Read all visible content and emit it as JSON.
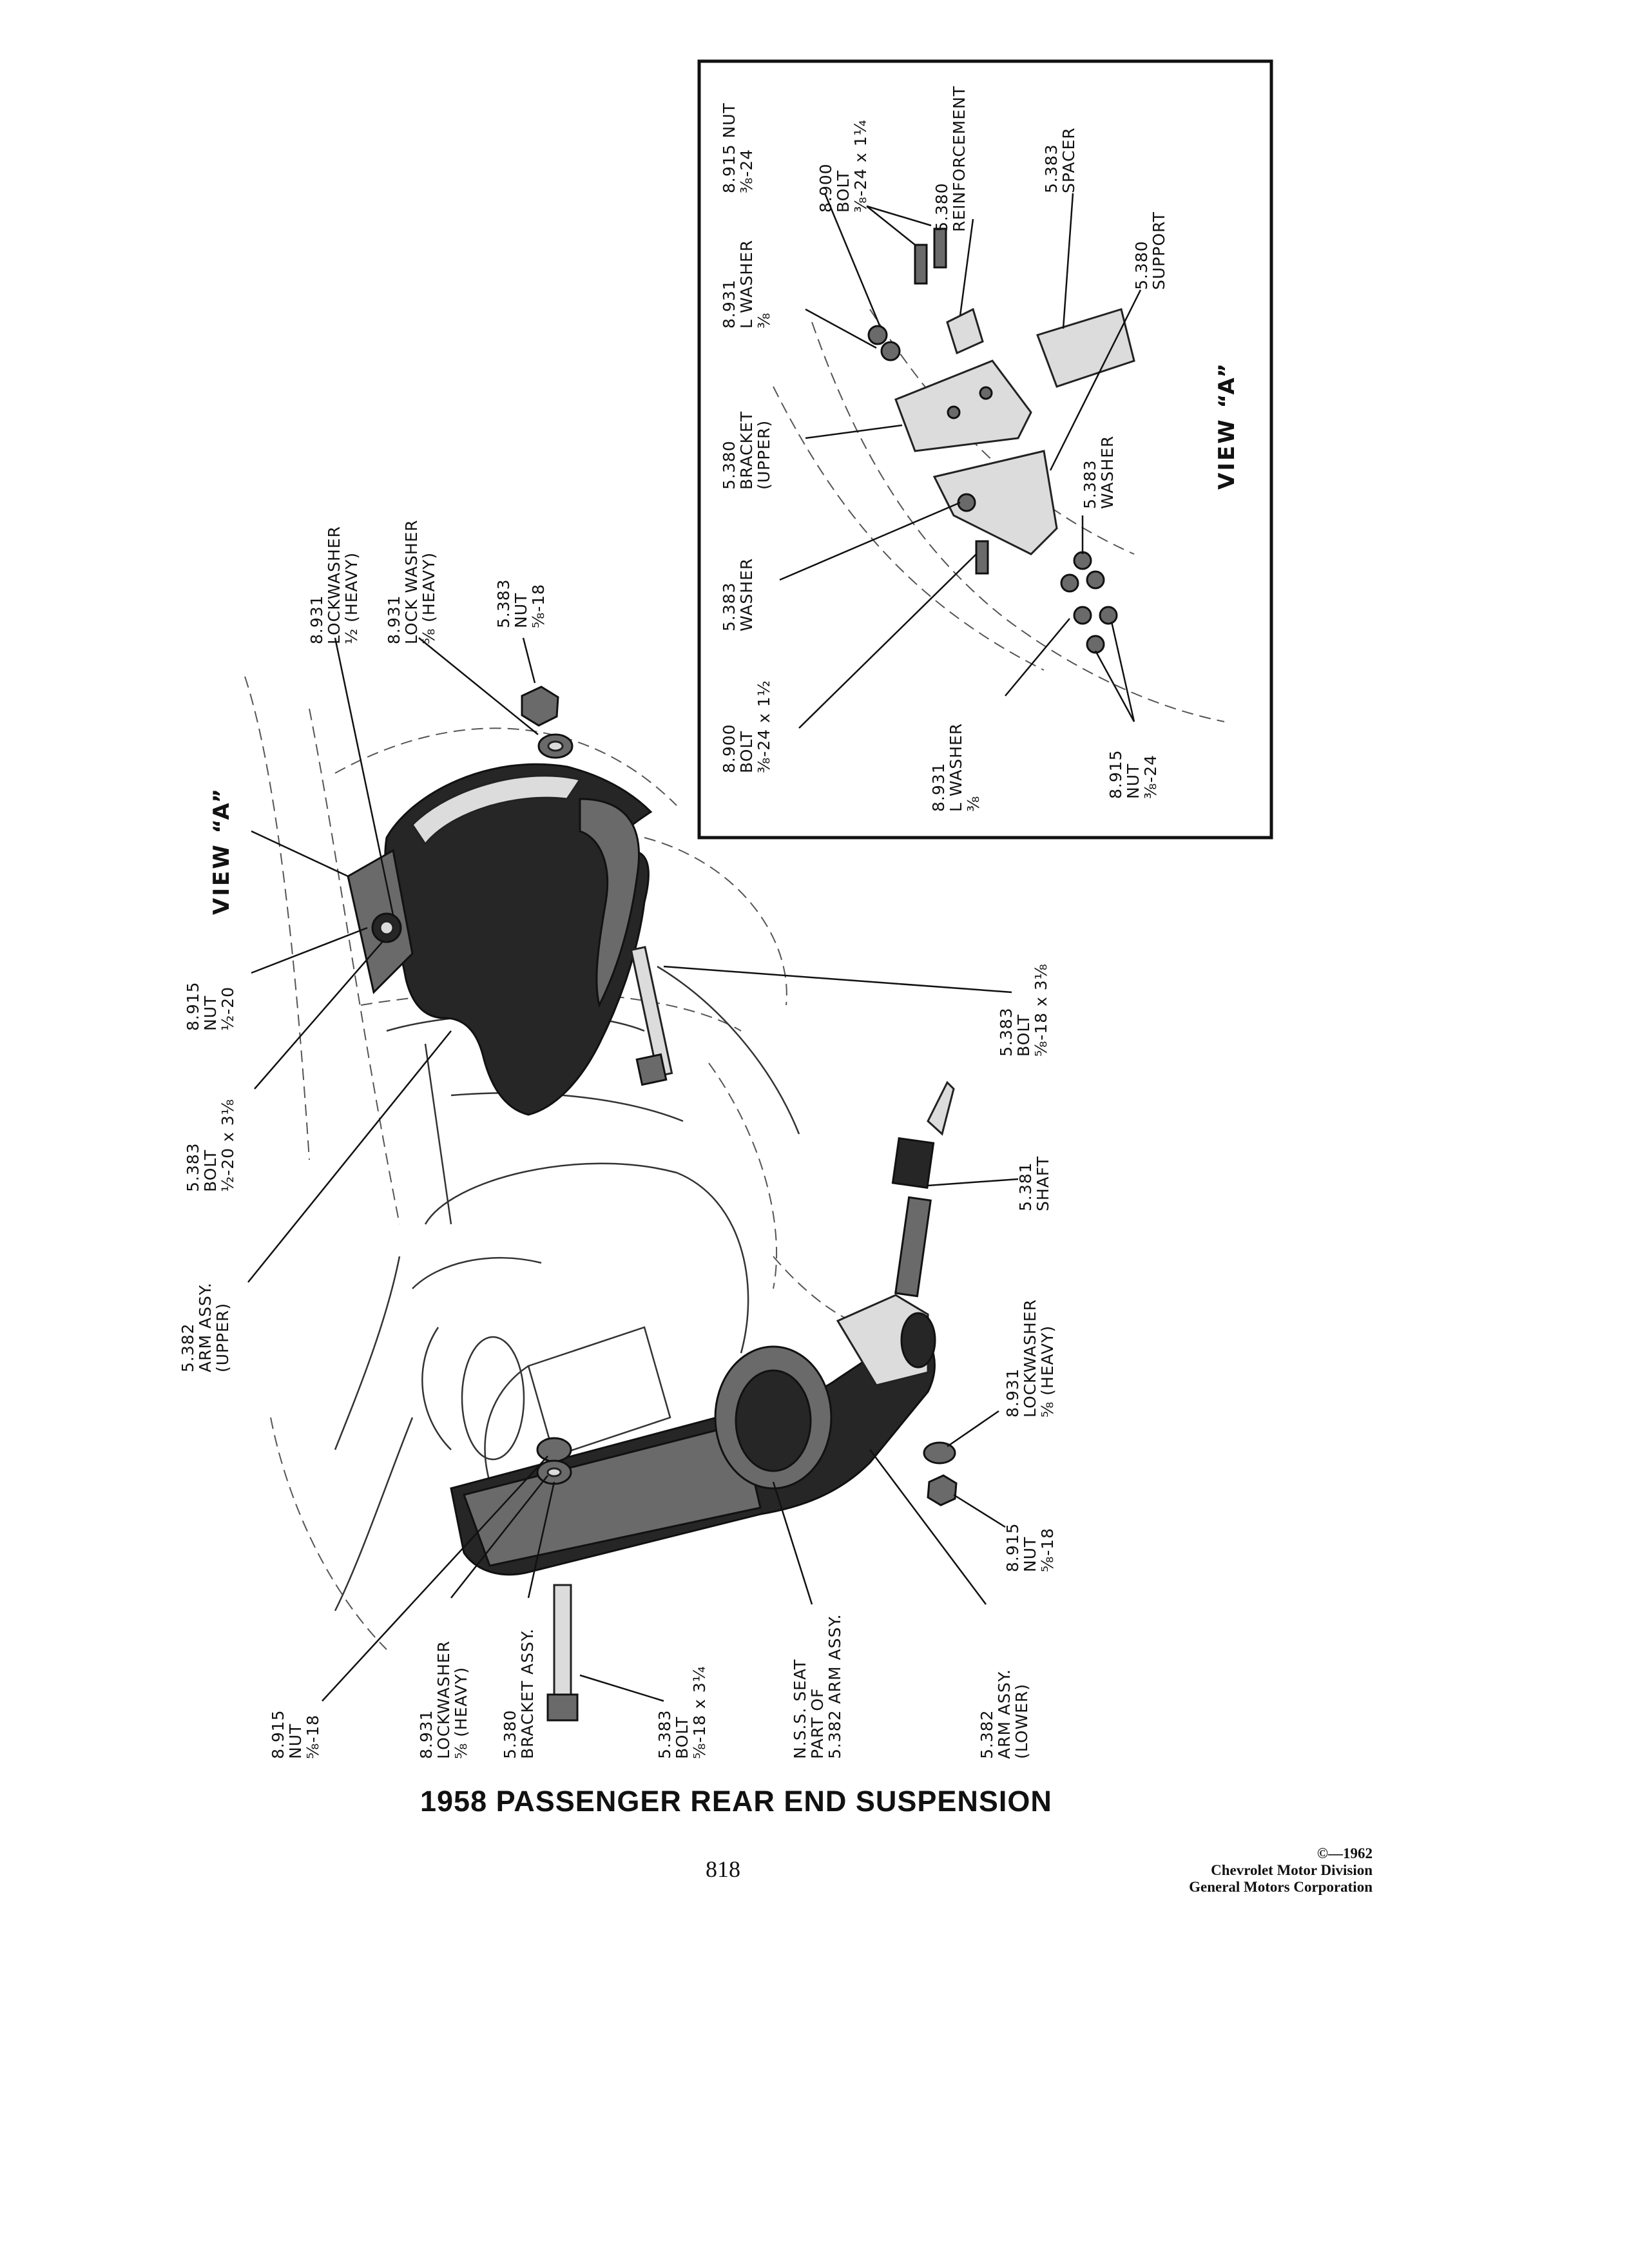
{
  "title": "1958 PASSENGER REAR END SUSPENSION",
  "page_number": "818",
  "copyright": {
    "year": "©—1962",
    "line1": "Chevrolet Motor Division",
    "line2": "General Motors Corporation"
  },
  "view_a_caption": "VIEW “A”",
  "view_a_inset_caption": "VIEW “A”",
  "main_labels": {
    "upper_lockwasher_half": [
      "8.931",
      "LOCKWASHER",
      "½ (HEAVY)"
    ],
    "upper_lockwasher_5_8": [
      "8.931",
      "LOCK WASHER",
      "⅝ (HEAVY)"
    ],
    "upper_nut_5_8": [
      "5.383",
      "NUT",
      "⅝-18"
    ],
    "upper_nut_half": [
      "8.915",
      "NUT",
      "½-20"
    ],
    "upper_bolt_half": [
      "5.383",
      "BOLT",
      "½-20 x 3⅛"
    ],
    "upper_bolt_5_8": [
      "5.383",
      "BOLT",
      "⅝-18 x 3⅛"
    ],
    "arm_upper": [
      "5.382",
      "ARM ASSY.",
      "(UPPER)"
    ],
    "shaft": [
      "5.381",
      "SHAFT"
    ],
    "lower_lockwasher_right": [
      "8.931",
      "LOCKWASHER",
      "⅝ (HEAVY)"
    ],
    "lower_nut_right": [
      "8.915",
      "NUT",
      "⅝-18"
    ],
    "lower_nut_left": [
      "8.915",
      "NUT",
      "⅝-18"
    ],
    "lower_lockwasher_left": [
      "8.931",
      "LOCKWASHER",
      "⅝ (HEAVY)"
    ],
    "bracket_assy": [
      "5.380",
      "BRACKET ASSY."
    ],
    "lower_bolt": [
      "5.383",
      "BOLT",
      "⅝-18 x 3¼"
    ],
    "seat": [
      "N.S.S. SEAT",
      "PART OF",
      "5.382  ARM ASSY."
    ],
    "arm_lower": [
      "5.382",
      "ARM ASSY.",
      "(LOWER)"
    ]
  },
  "inset_labels": {
    "nut_top": [
      "8.915  NUT",
      "⅜-24"
    ],
    "bolt_top": [
      "8.900",
      "BOLT",
      "⅜-24 x 1¼"
    ],
    "reinforcement": [
      "5.380",
      "REINFORCEMENT"
    ],
    "spacer": [
      "5.383",
      "SPACER"
    ],
    "l_washer_top": [
      "8.931",
      "L WASHER",
      "⅜"
    ],
    "support": [
      "5.380",
      "SUPPORT"
    ],
    "bracket_upper": [
      "5.380",
      "BRACKET",
      "(UPPER)"
    ],
    "washer_left": [
      "5.383",
      "WASHER"
    ],
    "washer_right": [
      "5.383",
      "WASHER"
    ],
    "bolt_bottom": [
      "8.900",
      "BOLT",
      "⅜-24 x 1½"
    ],
    "l_washer_bottom": [
      "8.931",
      "L WASHER",
      "⅜"
    ],
    "nut_bottom": [
      "8.915",
      "NUT",
      "⅜-24"
    ]
  }
}
